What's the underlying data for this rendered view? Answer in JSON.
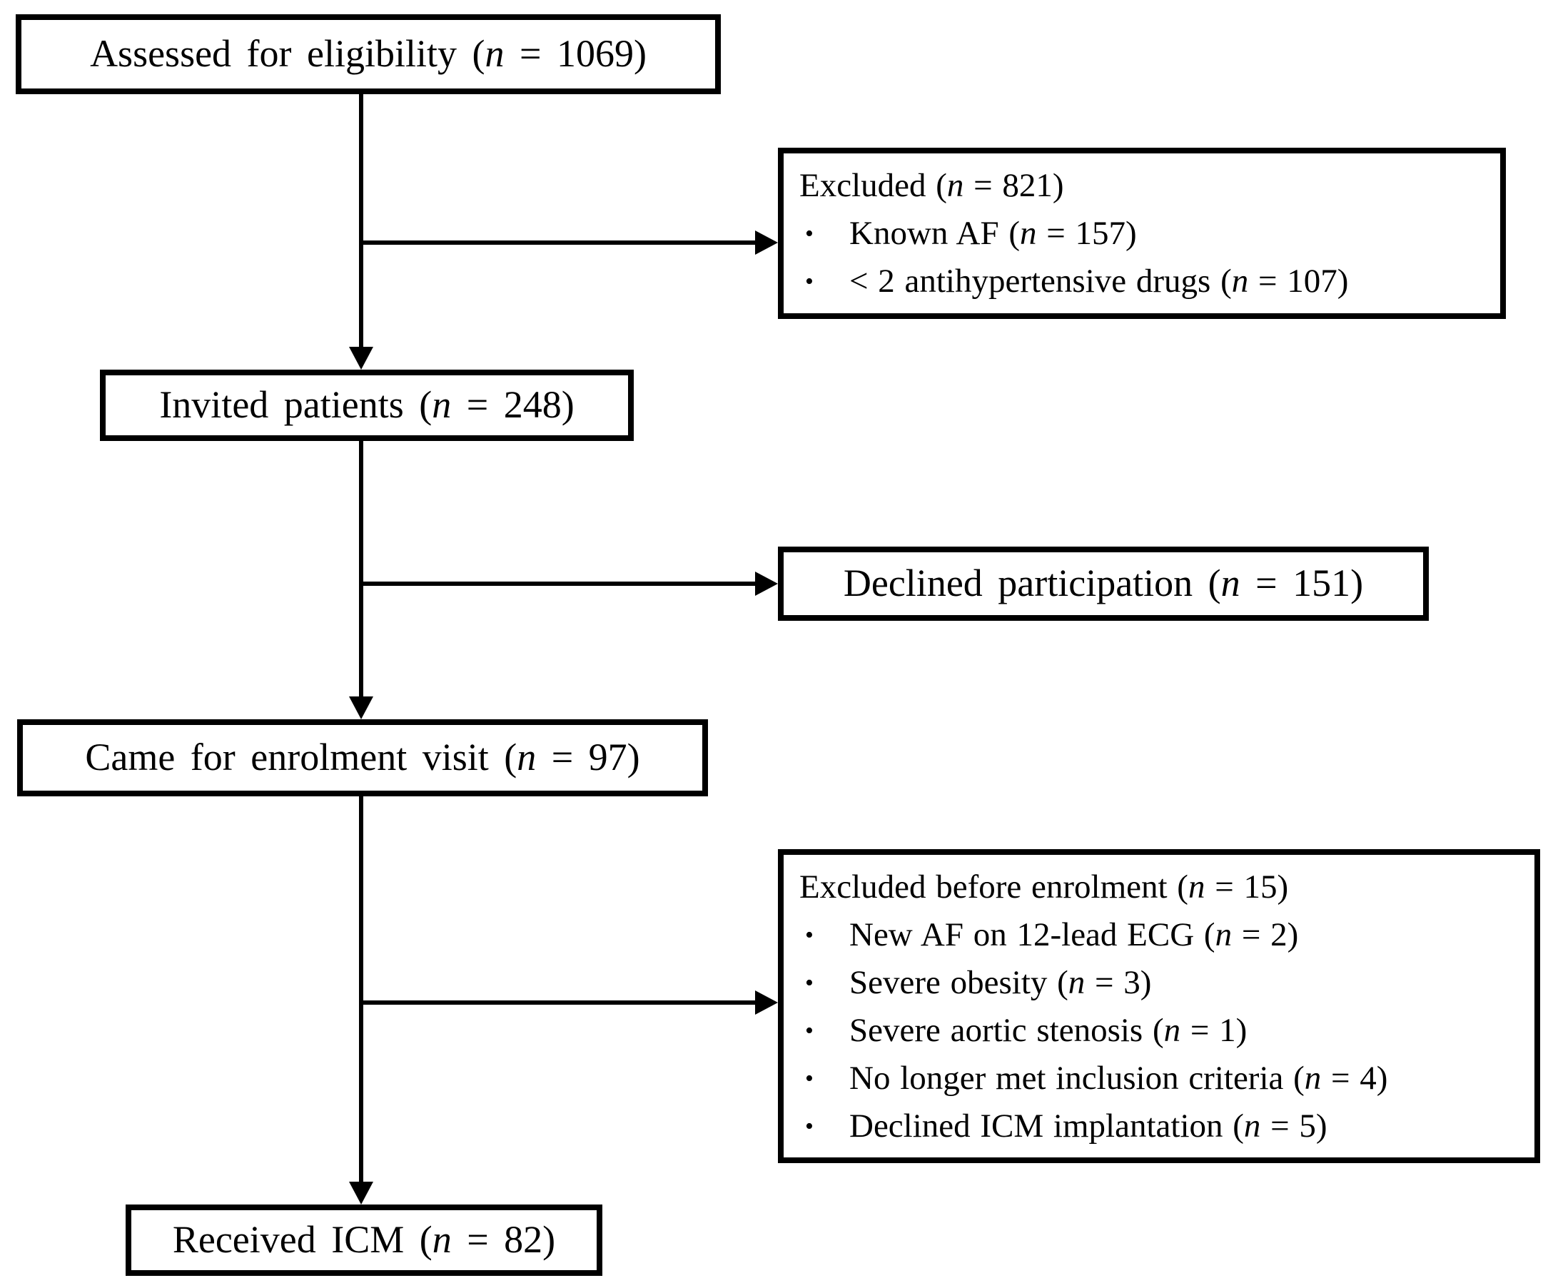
{
  "diagram": {
    "kind": "patient-flow-chart",
    "n_symbol": "n",
    "bullet_glyph": "•",
    "colors": {
      "line": "#000000",
      "box_background": "#ffffff",
      "text": "#000000"
    },
    "nodes": {
      "assessed": {
        "pre": "Assessed for eligibility (",
        "post": " = 1069)",
        "n_value": 1069
      },
      "excluded1": {
        "title": {
          "pre": "Excluded (",
          "post": " = 821)",
          "n_value": 821
        },
        "items": [
          {
            "pre": "Known AF (",
            "post": " = 157)",
            "n_value": 157
          },
          {
            "pre": "< 2 antihypertensive drugs (",
            "post": " = 107)",
            "n_value": 107
          }
        ]
      },
      "invited": {
        "pre": "Invited patients (",
        "post": " = 248)",
        "n_value": 248
      },
      "declined": {
        "pre": "Declined participation (",
        "post": " = 151)",
        "n_value": 151
      },
      "enrolment": {
        "pre": "Came for enrolment visit (",
        "post": " = 97)",
        "n_value": 97
      },
      "excluded2": {
        "title": {
          "pre": "Excluded before enrolment (",
          "post": " = 15)",
          "n_value": 15
        },
        "items": [
          {
            "pre": "New AF on 12-lead ECG (",
            "post": " = 2)",
            "n_value": 2
          },
          {
            "pre": "Severe obesity (",
            "post": " = 3)",
            "n_value": 3
          },
          {
            "pre": "Severe aortic stenosis (",
            "post": " = 1)",
            "n_value": 1
          },
          {
            "pre": "No longer met inclusion criteria (",
            "post": " = 4)",
            "n_value": 4
          },
          {
            "pre": "Declined ICM implantation (",
            "post": " = 5)",
            "n_value": 5
          }
        ]
      },
      "received": {
        "pre": "Received ICM (",
        "post": " = 82)",
        "n_value": 82
      }
    }
  }
}
